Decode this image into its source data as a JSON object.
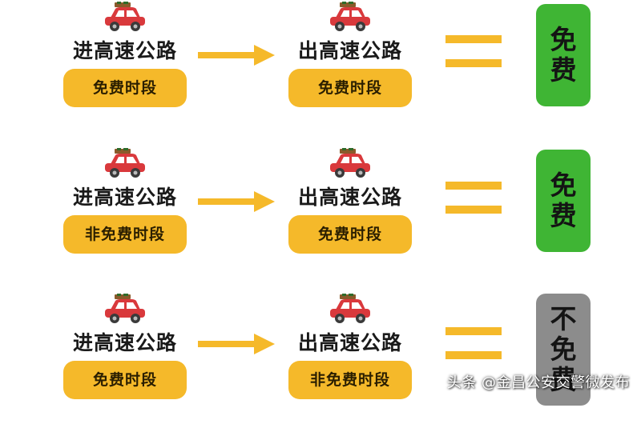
{
  "colors": {
    "pill": "#f5b92a",
    "arrow": "#f5b92a",
    "equals": "#f5b92a",
    "free": "#3fb534",
    "not_free": "#8c8c8c",
    "car": "#d9393c"
  },
  "icons": {
    "car": "red-car-icon",
    "arrow": "right-arrow-icon",
    "equals": "equals-sign-icon"
  },
  "rows": [
    {
      "entry": {
        "label": "进高速公路",
        "period": "免费时段"
      },
      "exit": {
        "label": "出高速公路",
        "period": "免费时段"
      },
      "result": {
        "chars": [
          "免",
          "费"
        ],
        "status": "free"
      }
    },
    {
      "entry": {
        "label": "进高速公路",
        "period": "非免费时段"
      },
      "exit": {
        "label": "出高速公路",
        "period": "免费时段"
      },
      "result": {
        "chars": [
          "免",
          "费"
        ],
        "status": "free"
      }
    },
    {
      "entry": {
        "label": "进高速公路",
        "period": "免费时段"
      },
      "exit": {
        "label": "出高速公路",
        "period": "非免费时段"
      },
      "result": {
        "chars": [
          "不",
          "免",
          "费"
        ],
        "status": "not_free"
      }
    }
  ],
  "watermark": "头条 @金昌公安交警微发布"
}
